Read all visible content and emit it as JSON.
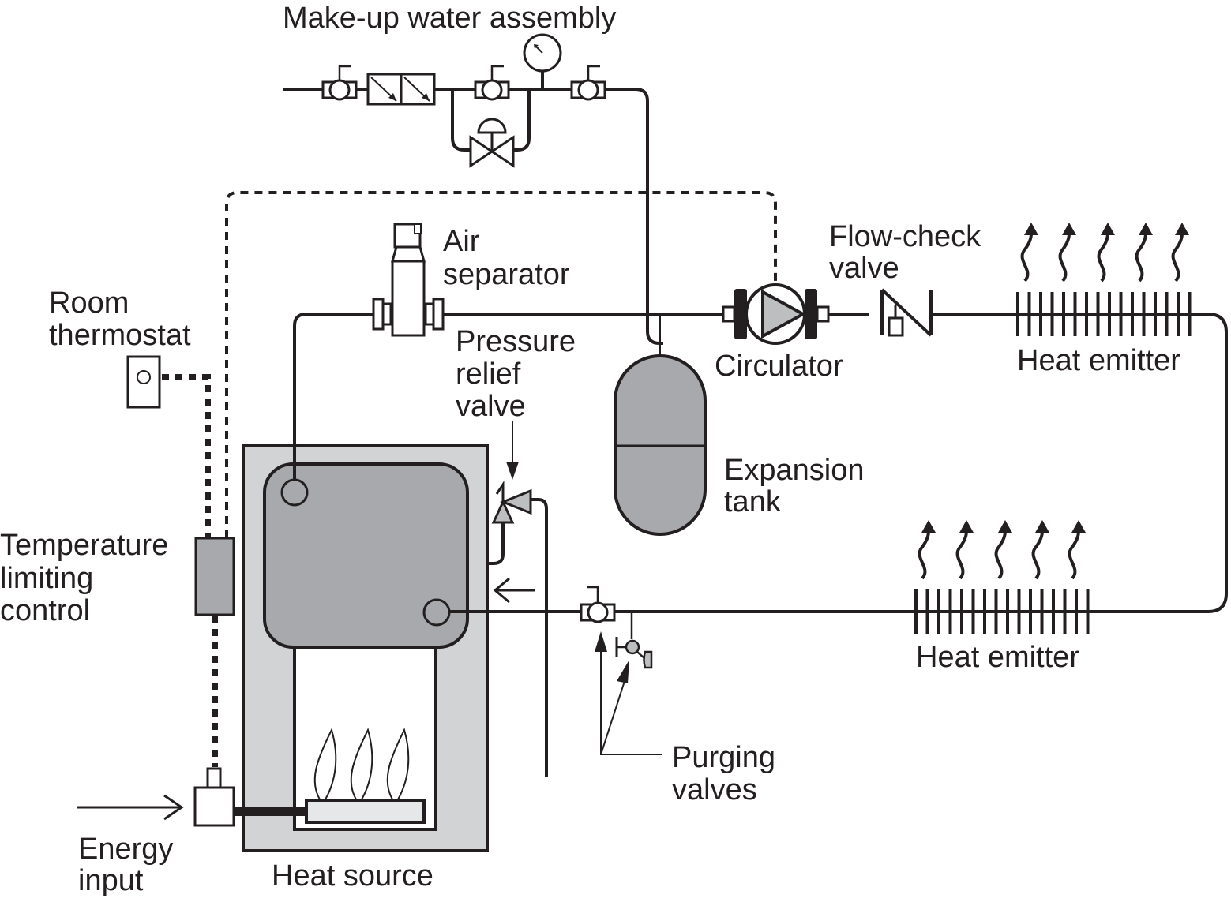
{
  "diagram": {
    "title": "Hydronic heating system schematic",
    "labels": {
      "makeup_water": "Make-up water assembly",
      "air_separator": [
        "Air",
        "separator"
      ],
      "flow_check_valve": [
        "Flow-check",
        "valve"
      ],
      "room_thermostat": [
        "Room",
        "thermostat"
      ],
      "pressure_relief_valve": [
        "Pressure",
        "relief",
        "valve"
      ],
      "circulator": "Circulator",
      "heat_emitter_upper": "Heat emitter",
      "heat_emitter_lower": "Heat emitter",
      "expansion_tank": [
        "Expansion",
        "tank"
      ],
      "temperature_limiting_control": [
        "Temperature",
        "limiting",
        "control"
      ],
      "purging_valves": [
        "Purging",
        "valves"
      ],
      "energy_input": [
        "Energy",
        "input"
      ],
      "heat_source": "Heat source"
    },
    "colors": {
      "line": "#231f20",
      "boiler_outer": "#d1d3d4",
      "boiler_inner": "#a7a9ac",
      "component_gray": "#bcbec0",
      "burner": "#e6e7e8",
      "control_box": "#a7a9ac"
    }
  }
}
